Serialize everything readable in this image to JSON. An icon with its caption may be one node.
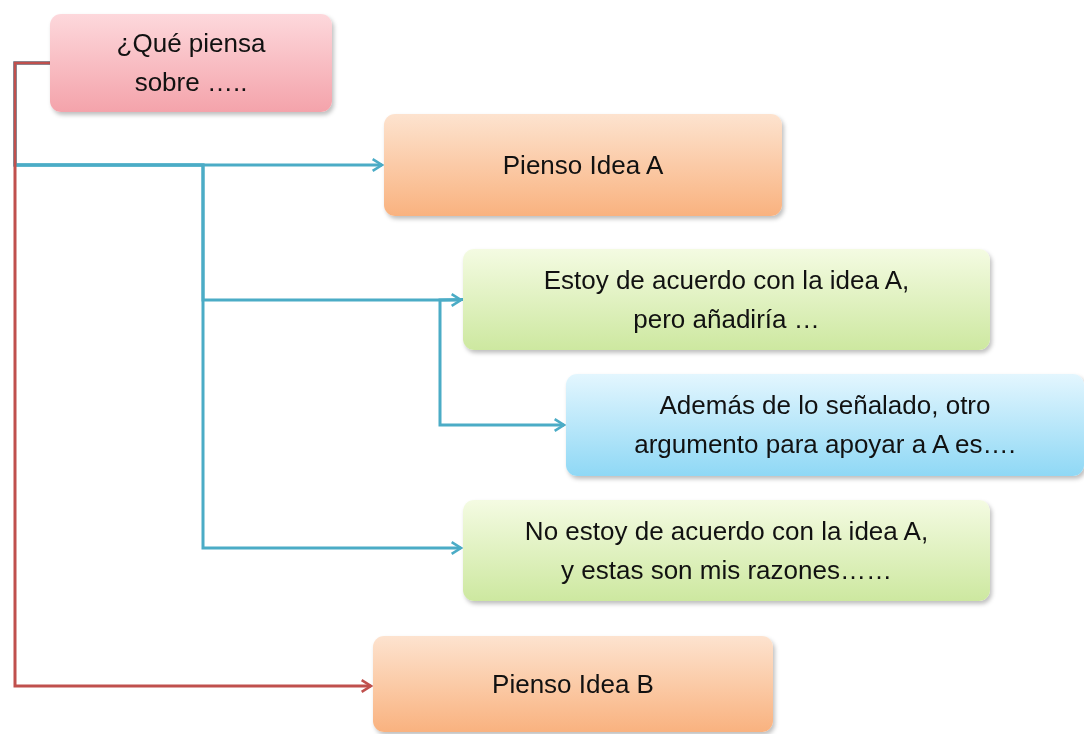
{
  "diagram": {
    "nodes": [
      {
        "text": [
          "¿Qué piensa sobre ….."
        ]
      },
      {
        "text": [
          "Pienso Idea A"
        ]
      },
      {
        "text": [
          "Estoy de acuerdo con la idea A, pero añadiría …"
        ]
      },
      {
        "text": [
          "Además de lo señalado, otro argumento para apoyar a A es…."
        ]
      },
      {
        "text": [
          "No estoy de acuerdo con la idea A, y estas son mis razones……"
        ]
      },
      {
        "text": [
          "Pienso Idea B"
        ]
      }
    ],
    "edges": [
      {
        "from": 0,
        "to": 1,
        "arrow": "to"
      },
      {
        "from": 0,
        "to": 2,
        "arrow": "to"
      },
      {
        "from": 2,
        "to": 3,
        "arrow": "to"
      },
      {
        "from": 0,
        "to": 4,
        "arrow": "to"
      },
      {
        "from": 0,
        "to": 5,
        "arrow": "to",
        "color": "#c0504d"
      }
    ]
  }
}
